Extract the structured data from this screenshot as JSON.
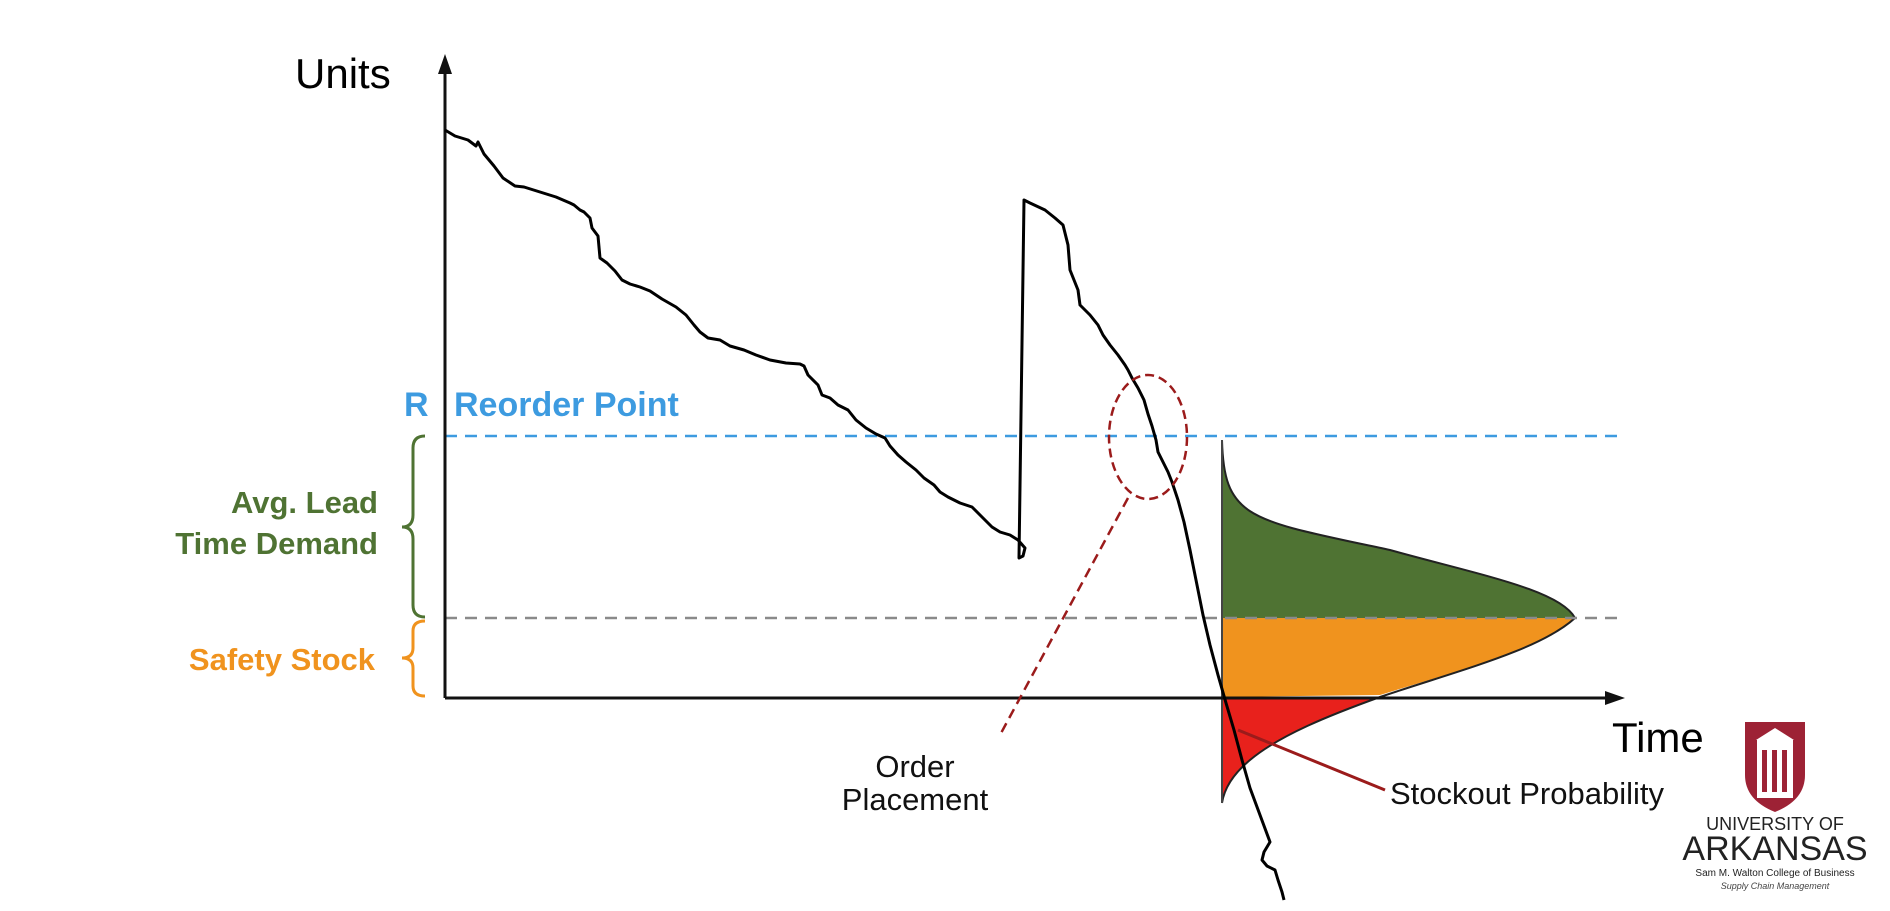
{
  "diagram": {
    "y_axis_label": "Units",
    "x_axis_label": "Time",
    "reorder_symbol": "R",
    "reorder_label": "Reorder Point",
    "lead_time_label_line1": "Avg. Lead",
    "lead_time_label_line2": "Time Demand",
    "safety_stock_label": "Safety Stock",
    "order_label_line1": "Order",
    "order_label_line2": "Placement",
    "stockout_label": "Stockout Probability"
  },
  "logo": {
    "line1": "UNIVERSITY OF",
    "line2": "ARKANSAS",
    "line3": "Sam M. Walton College of Business",
    "line4": "Supply Chain Management"
  },
  "colors": {
    "reorder_blue": "#3d9be0",
    "lead_time_green": "#4f7333",
    "safety_orange": "#f0931e",
    "stockout_red": "#e8211c",
    "order_circle_red": "#9b1b1b",
    "logo_red": "#9d2235"
  }
}
